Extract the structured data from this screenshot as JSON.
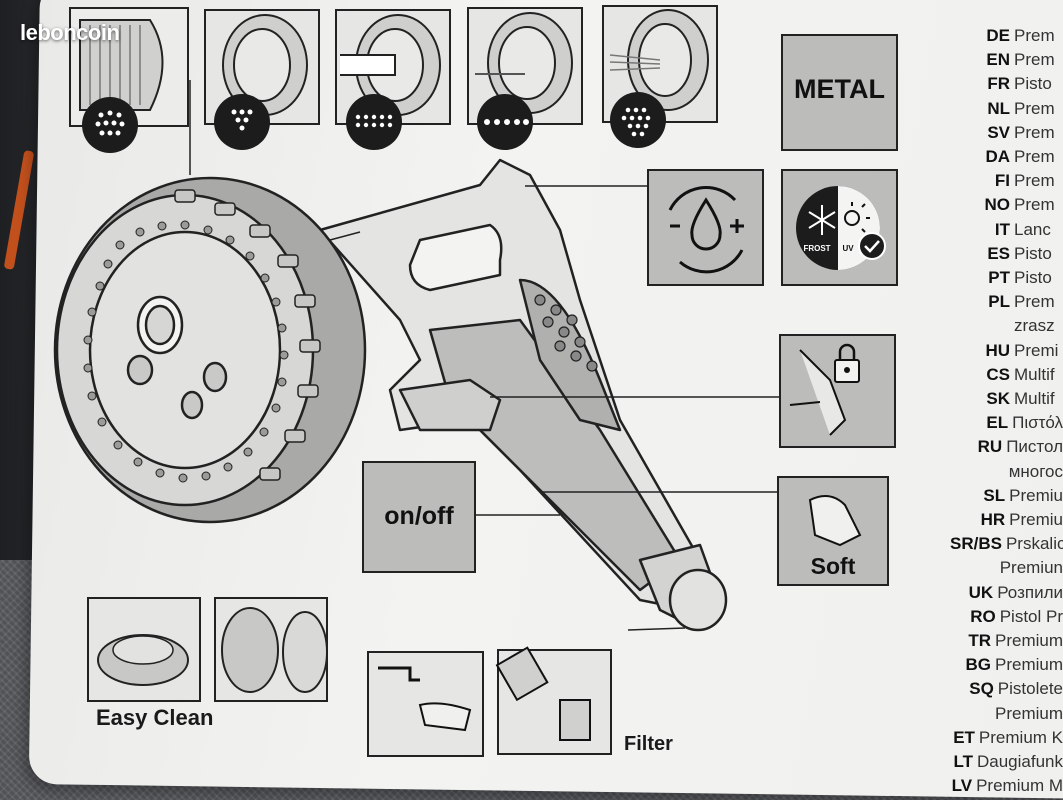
{
  "watermark": "leboncoin",
  "features": {
    "metal": "METAL",
    "onoff": "on/off",
    "soft": "Soft",
    "easy_clean": "Easy Clean",
    "filter": "Filter",
    "frost": "FROST",
    "uv": "UV"
  },
  "languages": [
    {
      "code": "DE",
      "text": "Prem"
    },
    {
      "code": "EN",
      "text": "Prem"
    },
    {
      "code": "FR",
      "text": "Pisto"
    },
    {
      "code": "NL",
      "text": "Prem"
    },
    {
      "code": "SV",
      "text": "Prem"
    },
    {
      "code": "DA",
      "text": "Prem"
    },
    {
      "code": "FI",
      "text": "Prem"
    },
    {
      "code": "NO",
      "text": "Prem"
    },
    {
      "code": "IT",
      "text": "Lanc"
    },
    {
      "code": "ES",
      "text": "Pisto"
    },
    {
      "code": "PT",
      "text": "Pisto"
    },
    {
      "code": "PL",
      "text": "Prem"
    },
    {
      "code": "",
      "text": "zrasz"
    },
    {
      "code": "HU",
      "text": "Premi"
    },
    {
      "code": "CS",
      "text": "Multif"
    },
    {
      "code": "SK",
      "text": "Multif"
    },
    {
      "code": "EL",
      "text": "Πιστόλ"
    },
    {
      "code": "RU",
      "text": "Пистол"
    },
    {
      "code": "",
      "text": "многос"
    },
    {
      "code": "SL",
      "text": "Premiu"
    },
    {
      "code": "HR",
      "text": "Premiu"
    },
    {
      "code": "SR/BS",
      "text": "Prskalic"
    },
    {
      "code": "",
      "text": "Premiun"
    },
    {
      "code": "UK",
      "text": "Розпили"
    },
    {
      "code": "RO",
      "text": "Pistol Pr"
    },
    {
      "code": "TR",
      "text": "Premium"
    },
    {
      "code": "BG",
      "text": "Premium"
    },
    {
      "code": "SQ",
      "text": "Pistolete"
    },
    {
      "code": "",
      "text": "Premium"
    },
    {
      "code": "ET",
      "text": "Premium K"
    },
    {
      "code": "LT",
      "text": "Daugiafunk"
    },
    {
      "code": "LV",
      "text": "Premium M"
    }
  ]
}
